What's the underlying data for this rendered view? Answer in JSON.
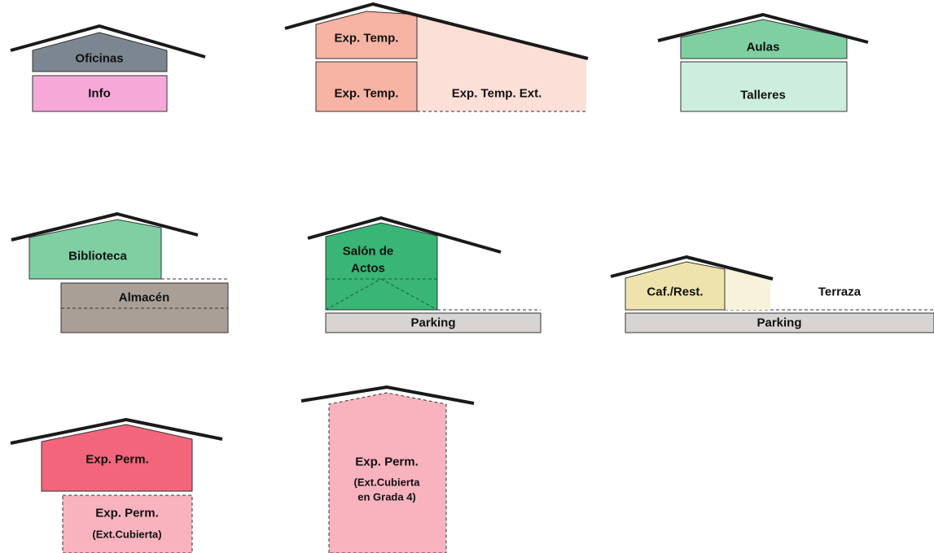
{
  "colors": {
    "roof": "#1a1a1a",
    "outline": "#333333",
    "oficinas": "#7b8690",
    "info": "#f6a8d9",
    "exp_temp": "#f7b3a3",
    "exp_temp_ext": "#fcdfd7",
    "aulas": "#7fcfa3",
    "talleres": "#cdeedd",
    "biblioteca": "#7fcfa3",
    "almacen": "#a99f97",
    "salon_actos": "#39b575",
    "parking": "#d8d4d1",
    "cafeteria": "#eee3ac",
    "cafeteria_ext": "#f7f2d9",
    "exp_perm": "#f2657a",
    "exp_perm_ext": "#f8b3bf"
  },
  "buildings": {
    "oficinas": {
      "label": "Oficinas"
    },
    "info": {
      "label": "Info"
    },
    "exp_temp_top": {
      "label": "Exp. Temp."
    },
    "exp_temp_bottom": {
      "label": "Exp. Temp."
    },
    "exp_temp_ext": {
      "label": "Exp. Temp. Ext."
    },
    "aulas": {
      "label": "Aulas"
    },
    "talleres": {
      "label": "Talleres"
    },
    "biblioteca": {
      "label": "Biblioteca"
    },
    "almacen": {
      "label": "Almacén"
    },
    "salon_actos": {
      "line1": "Salón de",
      "line2": "Actos"
    },
    "parking_1": {
      "label": "Parking"
    },
    "cafeteria": {
      "label": "Caf./Rest."
    },
    "terraza": {
      "label": "Terraza"
    },
    "parking_2": {
      "label": "Parking"
    },
    "exp_perm": {
      "label": "Exp. Perm."
    },
    "exp_perm_ext": {
      "line1": "Exp. Perm.",
      "line2": "(Ext.Cubierta)"
    },
    "exp_perm_grada": {
      "line1": "Exp. Perm.",
      "line2": "(Ext.Cubierta",
      "line3": "en Grada 4)"
    }
  }
}
